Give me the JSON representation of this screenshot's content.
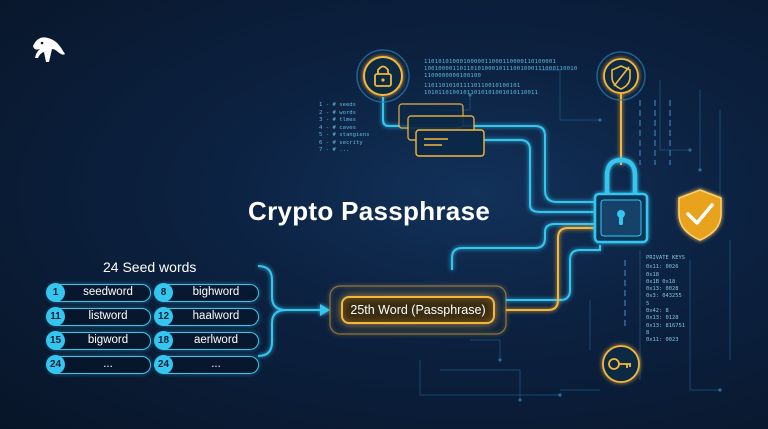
{
  "title": "Crypto Passphrase",
  "seed_section": {
    "heading": "24 Seed words",
    "words": [
      {
        "num": "1",
        "word": "seedword"
      },
      {
        "num": "8",
        "word": "bighword"
      },
      {
        "num": "11",
        "word": "listword"
      },
      {
        "num": "12",
        "word": "haalword"
      },
      {
        "num": "15",
        "word": "bigword"
      },
      {
        "num": "18",
        "word": "aerlword"
      },
      {
        "num": "24",
        "word": "..."
      },
      {
        "num": "24",
        "word": "..."
      }
    ]
  },
  "passphrase": {
    "label": "25th Word (Passphrase)"
  },
  "binary_lines": [
    "1101010100010000011000110000110100001",
    "1001000011011010100010111001000111000110010",
    "1100000000100100",
    "110110101011110110010100101",
    "10101101001011010101001010110011"
  ],
  "code_list": [
    "1 - # seeds",
    "2 - # words",
    "3 - # tlmes",
    "4 - # caves",
    "5 - # stangiens",
    "6 - # secrity",
    "7 - # ..."
  ],
  "keys_panel": {
    "title": "PRIVATE KEYS",
    "lines": [
      "0x11:  0026",
      "0x18",
      "0x1B  0x18",
      "0x13:  0028",
      "0x3:  043255",
      "5",
      "0x42:  8",
      "0x13:  0128",
      "0x13:  816751",
      "8",
      "0x11:  0023"
    ]
  },
  "icons": [
    "anteater-logo-icon",
    "padlock-icon",
    "shield-slash-icon",
    "large-padlock-icon",
    "shield-check-icon",
    "key-icon",
    "document-stack-icon"
  ],
  "colors": {
    "background": "#0a1a30",
    "cyan": "#35c6f0",
    "gold": "#f5b73b",
    "text": "#ffffff"
  }
}
